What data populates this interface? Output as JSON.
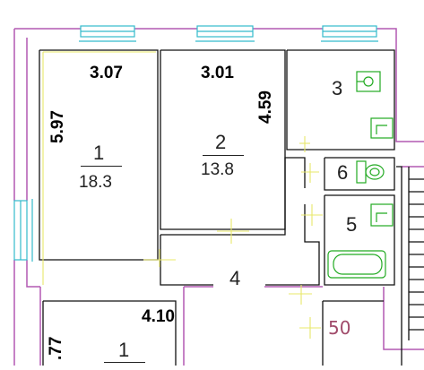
{
  "plan": {
    "rooms": [
      {
        "id": "room-1",
        "number": "1",
        "area": "18.3",
        "dim_width": "3.07",
        "dim_length": "5.97"
      },
      {
        "id": "room-2",
        "number": "2",
        "area": "13.8",
        "dim_width": "3.01",
        "dim_length": "4.59"
      },
      {
        "id": "room-3",
        "number": "3"
      },
      {
        "id": "room-4",
        "number": "4"
      },
      {
        "id": "room-5",
        "number": "5"
      },
      {
        "id": "room-6",
        "number": "6"
      },
      {
        "id": "room-lower",
        "number": "1",
        "dim_width": "4.10",
        "dim_length": ".77"
      }
    ],
    "stair_number": "50",
    "colors": {
      "wall": "#b259b2",
      "room_outline": "#000000",
      "window": "#33bbcc",
      "yellow_hatch": "#e8e86a",
      "fixture": "#22aa22",
      "stair_number": "#a04a6a"
    }
  }
}
